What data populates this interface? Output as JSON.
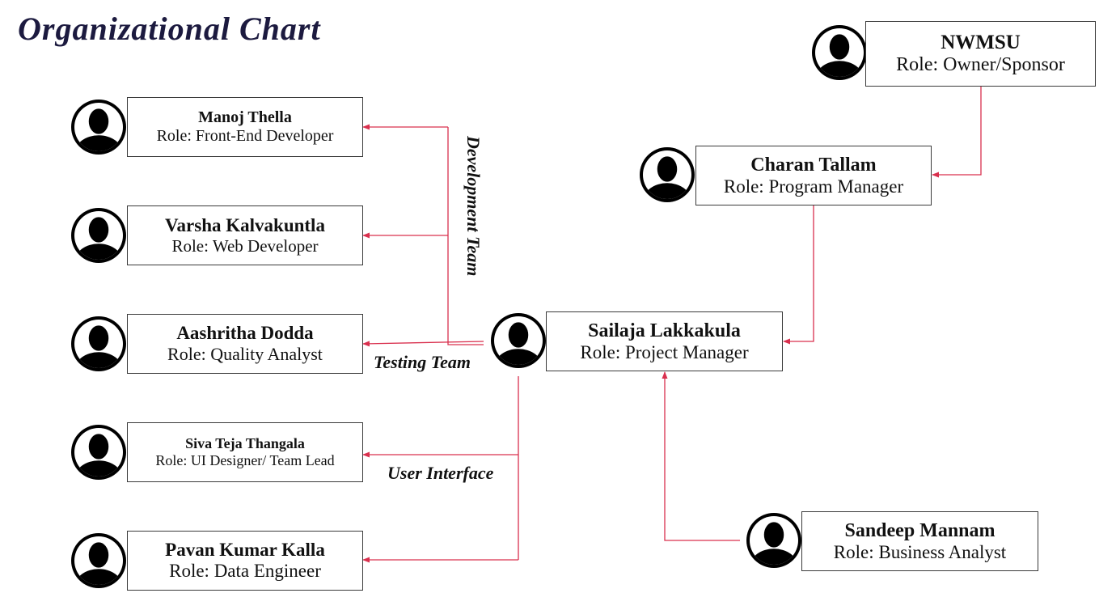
{
  "title": "Organizational Chart",
  "colors": {
    "connector": "#d9304e",
    "title": "#1c1a3f",
    "avatar": "#000000"
  },
  "icon": "person-silhouette-icon",
  "members": {
    "nwmsu": {
      "name": "NWMSU",
      "role": "Role: Owner/Sponsor"
    },
    "charan": {
      "name": "Charan Tallam",
      "role": "Role: Program Manager"
    },
    "sailaja": {
      "name": "Sailaja Lakkakula",
      "role": "Role: Project Manager"
    },
    "sandeep": {
      "name": "Sandeep Mannam",
      "role": "Role: Business Analyst"
    },
    "manoj": {
      "name": "Manoj Thella",
      "role": "Role: Front-End Developer"
    },
    "varsha": {
      "name": "Varsha Kalvakuntla",
      "role": "Role: Web Developer"
    },
    "aashritha": {
      "name": "Aashritha Dodda",
      "role": "Role: Quality Analyst"
    },
    "siva": {
      "name": "Siva Teja Thangala",
      "role": "Role: UI Designer/ Team Lead"
    },
    "pavan": {
      "name": "Pavan Kumar Kalla",
      "role": "Role: Data Engineer"
    }
  },
  "teams": {
    "development": "Development Team",
    "testing": "Testing Team",
    "ui": "User Interface"
  }
}
